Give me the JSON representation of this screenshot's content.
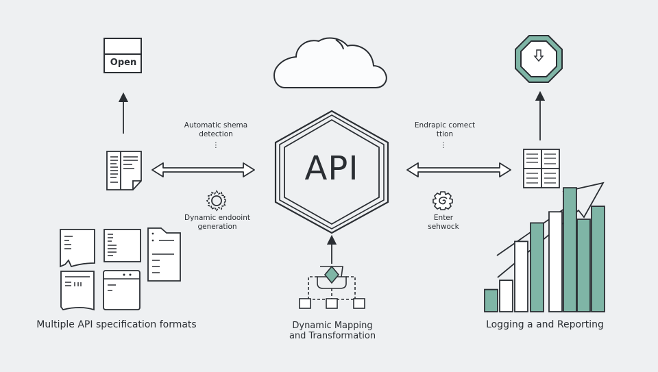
{
  "diagram": {
    "center": {
      "label": "API",
      "icon": "hexagon-api-icon"
    },
    "top_center": {
      "icon": "cloud-icon"
    },
    "top_left": {
      "button_label": "Open",
      "icon": "window-open-icon"
    },
    "top_right": {
      "icon": "octagon-download-icon"
    },
    "left_connector": {
      "top_label": "Automatic shema detection",
      "marker": "⋮",
      "bottom_label": "Dynamic endooint generation",
      "icon": "gear-icon"
    },
    "right_connector": {
      "top_label": "Endrapic comect ttion",
      "marker": "⋮",
      "bottom_label": "Enter sehwock",
      "icon": "gear-swirl-icon"
    },
    "sections": {
      "left": {
        "title": "Multiple API specification formats"
      },
      "center": {
        "title_line1": "Dynamic Mapping",
        "title_line2": "and Transformation"
      },
      "right": {
        "title": "Logging a and Reporting"
      }
    },
    "bar_chart": {
      "values": [
        0.12,
        0.17,
        0.38,
        0.48,
        0.54,
        0.67,
        0.5,
        0.57
      ],
      "fills": [
        "accent",
        "white",
        "white",
        "accent",
        "white",
        "accent",
        "accent",
        "accent"
      ]
    },
    "colors": {
      "accent": "#7fb5a6",
      "stroke": "#2a2e33",
      "background": "#eef0f2"
    }
  }
}
